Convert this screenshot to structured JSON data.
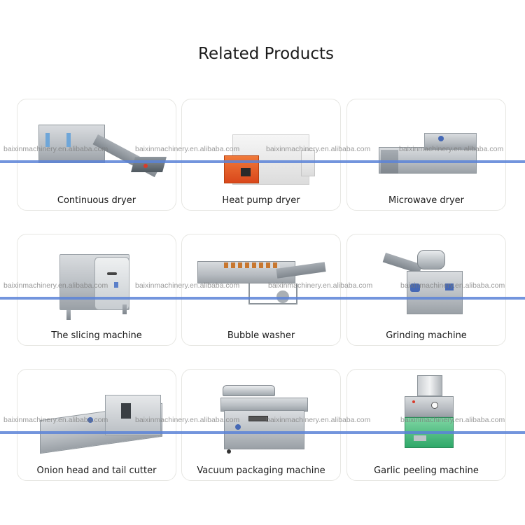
{
  "page": {
    "title": "Related Products"
  },
  "products": [
    {
      "label": "Continuous dryer",
      "icon": "continuous-dryer-image"
    },
    {
      "label": "Heat pump dryer",
      "icon": "heat-pump-dryer-image"
    },
    {
      "label": "Microwave dryer",
      "icon": "microwave-dryer-image"
    },
    {
      "label": "The slicing machine",
      "icon": "slicing-machine-image"
    },
    {
      "label": "Bubble washer",
      "icon": "bubble-washer-image"
    },
    {
      "label": "Grinding machine",
      "icon": "grinding-machine-image"
    },
    {
      "label": "Onion head and tail cutter",
      "icon": "onion-cutter-image"
    },
    {
      "label": "Vacuum packaging machine",
      "icon": "vacuum-packaging-machine-image"
    },
    {
      "label": "Garlic peeling machine",
      "icon": "garlic-peeling-machine-image"
    }
  ],
  "watermark": {
    "text": "baixinmachinery.en.alibaba.com",
    "line_color": "#5a82d7"
  }
}
